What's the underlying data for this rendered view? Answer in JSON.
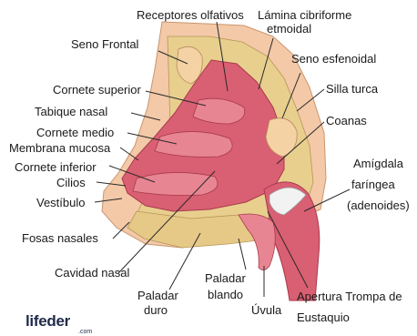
{
  "labels": {
    "receptores": "Receptores olfativos",
    "lamina": [
      "Lámina cibriforme",
      "etmoidal"
    ],
    "seno_frontal": "Seno Frontal",
    "seno_esfenoidal": "Seno esfenoidal",
    "cornete_superior": "Cornete superior",
    "silla_turca": "Silla turca",
    "tabique": "Tabique nasal",
    "coanas": "Coanas",
    "cornete_medio": "Cornete medio",
    "membrana": "Membrana mucosa",
    "cornete_inferior": "Cornete inferior",
    "amigdala": [
      "Amígdala",
      "faríngea",
      "(adenoides)"
    ],
    "cilios": "Cilios",
    "vestibulo": "Vestíbulo",
    "fosas": "Fosas nasales",
    "cavidad": "Cavidad nasal",
    "paladar_duro": [
      "Paladar",
      "duro"
    ],
    "paladar_blando": [
      "Paladar",
      "blando"
    ],
    "uvula": "Úvula",
    "trompa": [
      "Apertura Trompa de",
      "Eustaquio"
    ]
  },
  "logo": {
    "text": "lifeder",
    "sub": ".com"
  },
  "colors": {
    "skin": "#f3c9a8",
    "bone": "#e8cf8e",
    "cavity": "#d95f72",
    "turbinate": "#e88592",
    "sinus": "#f4d2a4",
    "line": "#2a2a2a"
  }
}
